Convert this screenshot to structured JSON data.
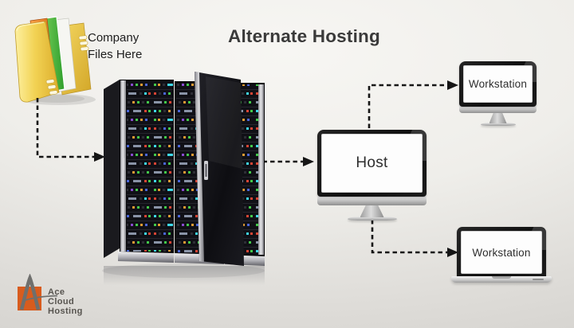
{
  "title": "Alternate Hosting",
  "diagram": {
    "folder": {
      "label_line1": "Company",
      "label_line2": "Files Here"
    },
    "host": {
      "label": "Host"
    },
    "workstation_top": {
      "label": "Workstation"
    },
    "workstation_bottom": {
      "label": "Workstation"
    },
    "edges": [
      {
        "from": "company-files-folder",
        "to": "server-rack"
      },
      {
        "from": "server-rack",
        "to": "host-monitor"
      },
      {
        "from": "host-monitor",
        "to": "workstation-top"
      },
      {
        "from": "host-monitor",
        "to": "workstation-bottom"
      }
    ]
  },
  "logo": {
    "word1": "Ace",
    "word2": "Cloud",
    "word3": "Hosting"
  },
  "colors": {
    "background_top": "#f7f6f3",
    "background_bottom": "#d6d4d0",
    "arrow": "#151515",
    "logo_orange": "#d85c1e",
    "logo_text": "#57544f",
    "title_text": "#3a3a3a"
  }
}
